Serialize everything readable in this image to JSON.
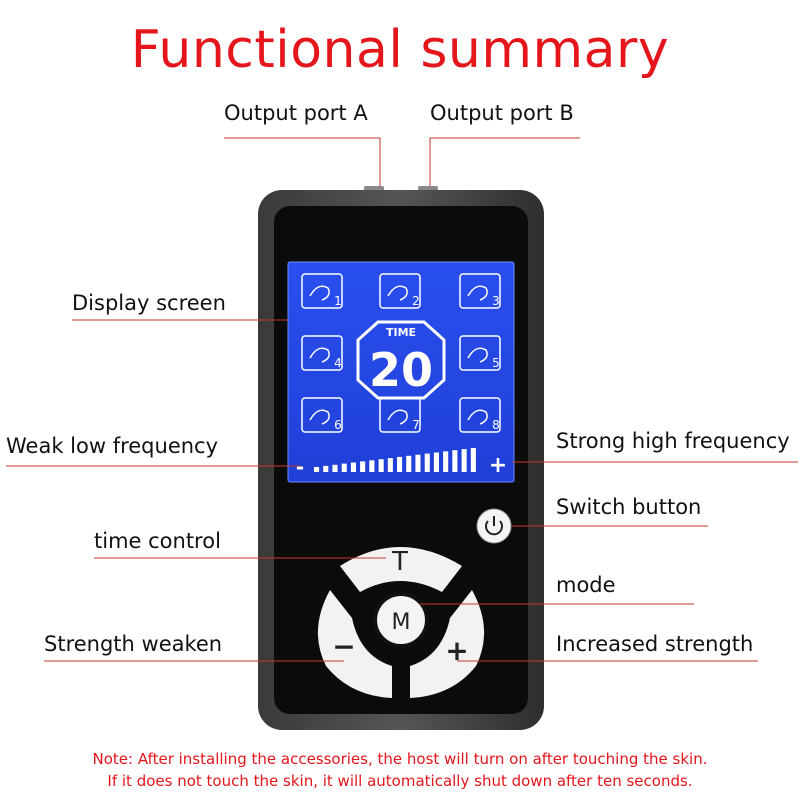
{
  "title": "Functional summary",
  "labels": {
    "output_port_a": "Output port A",
    "output_port_b": "Output port B",
    "display_screen": "Display screen",
    "weak_low_frequency": "Weak low frequency",
    "strong_high_frequency": "Strong high frequency",
    "switch_button": "Switch button",
    "time_control": "time control",
    "mode": "mode",
    "strength_weaken": "Strength weaken",
    "increased_strength": "Increased strength"
  },
  "screen": {
    "time_label": "TIME",
    "time_value": "20",
    "modes": [
      "1",
      "2",
      "3",
      "4",
      "5",
      "6",
      "7",
      "8"
    ],
    "minus": "-",
    "plus": "+",
    "bar_segments": 18
  },
  "buttons": {
    "time": "T",
    "mode": "M",
    "minus": "−",
    "plus": "+"
  },
  "note": {
    "line1": "Note: After installing the accessories, the host will turn on after touching the skin.",
    "line2": "If it does not touch the skin, it will automatically shut down after ten seconds."
  },
  "colors": {
    "title": "#e5161b",
    "leader_line": "#c0392b",
    "screen_blue": "#2f54e8",
    "device_body": "#1f1f1f"
  }
}
